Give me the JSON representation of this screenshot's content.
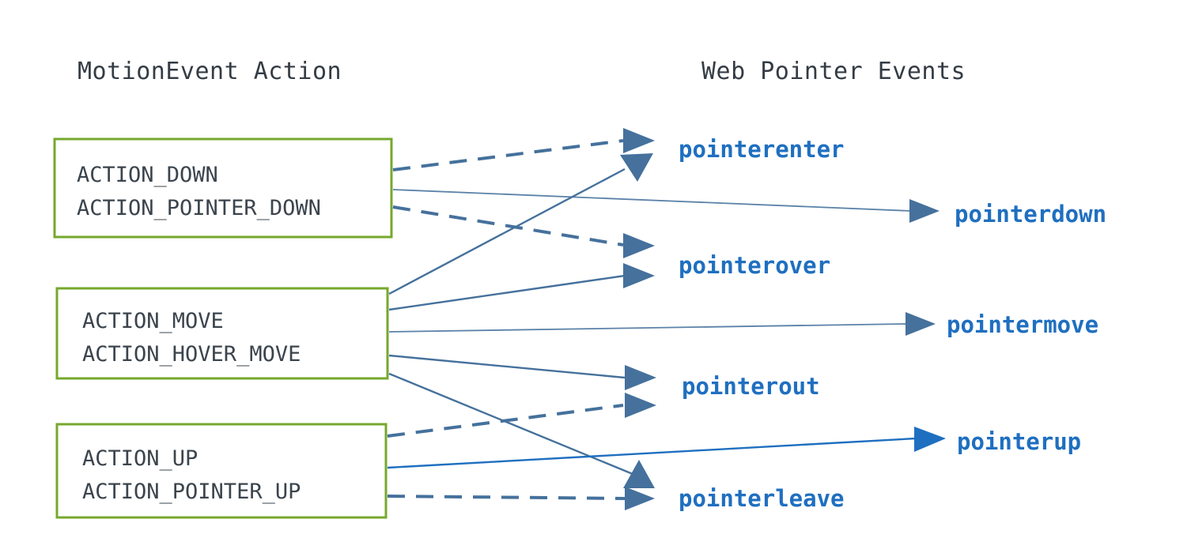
{
  "columns": {
    "left_title": "MotionEvent Action",
    "right_title": "Web Pointer Events"
  },
  "colors": {
    "box_border_green": "#76a82e",
    "action_text": "#3b444d",
    "event_text": "#1f6fc0",
    "arrow_muted": "#45719c",
    "arrow_bright": "#1f6fc0",
    "background": "#ffffff"
  },
  "action_boxes": [
    {
      "id": "down",
      "lines": [
        "ACTION_DOWN",
        "ACTION_POINTER_DOWN"
      ]
    },
    {
      "id": "move",
      "lines": [
        "ACTION_MOVE",
        "ACTION_HOVER_MOVE"
      ]
    },
    {
      "id": "up",
      "lines": [
        "ACTION_UP",
        "ACTION_POINTER_UP"
      ]
    }
  ],
  "pointer_events": [
    {
      "id": "pointerenter",
      "label": "pointerenter"
    },
    {
      "id": "pointerdown",
      "label": "pointerdown"
    },
    {
      "id": "pointerover",
      "label": "pointerover"
    },
    {
      "id": "pointermove",
      "label": "pointermove"
    },
    {
      "id": "pointerout",
      "label": "pointerout"
    },
    {
      "id": "pointerup",
      "label": "pointerup"
    },
    {
      "id": "pointerleave",
      "label": "pointerleave"
    }
  ],
  "connections": [
    {
      "from": "down",
      "to": "pointerenter",
      "style": "dashed"
    },
    {
      "from": "down",
      "to": "pointerdown",
      "style": "solid"
    },
    {
      "from": "down",
      "to": "pointerover",
      "style": "dashed"
    },
    {
      "from": "move",
      "to": "pointerenter",
      "style": "solid"
    },
    {
      "from": "move",
      "to": "pointerover",
      "style": "solid"
    },
    {
      "from": "move",
      "to": "pointermove",
      "style": "solid"
    },
    {
      "from": "move",
      "to": "pointerout",
      "style": "solid"
    },
    {
      "from": "move",
      "to": "pointerleave",
      "style": "solid"
    },
    {
      "from": "up",
      "to": "pointerout",
      "style": "dashed"
    },
    {
      "from": "up",
      "to": "pointerup",
      "style": "solid"
    },
    {
      "from": "up",
      "to": "pointerleave",
      "style": "dashed"
    }
  ]
}
